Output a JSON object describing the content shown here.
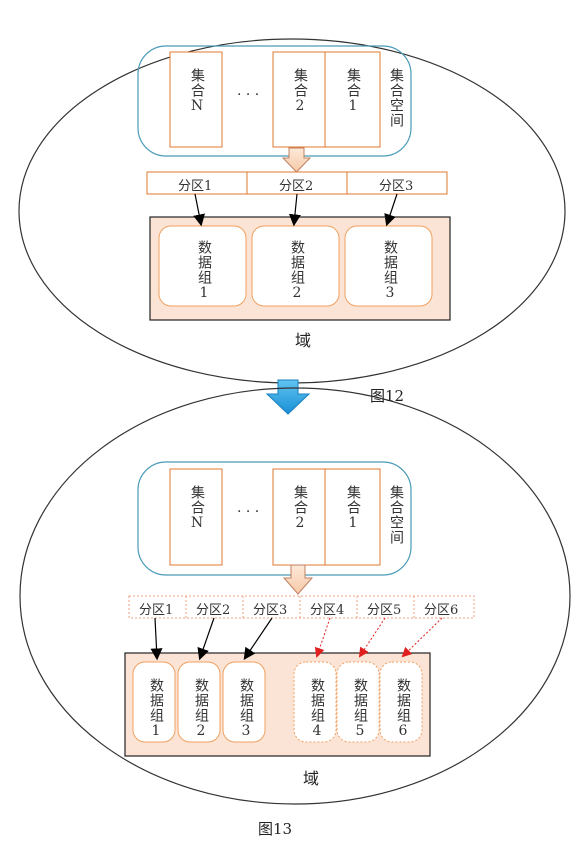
{
  "fig12": {
    "collections": [
      "集合N",
      "集合2",
      "集合1"
    ],
    "ellipsis": "· · ·",
    "space_label": "集合空间",
    "partitions": [
      "分区1",
      "分区2",
      "分区3"
    ],
    "groups": [
      "数据组1",
      "数据组2",
      "数据组3"
    ],
    "domain_label": "域",
    "caption": "图12"
  },
  "fig13": {
    "collections": [
      "集合N",
      "集合2",
      "集合1"
    ],
    "ellipsis": "· · ·",
    "space_label": "集合空间",
    "partitions": [
      "分区1",
      "分区2",
      "分区3",
      "分区4",
      "分区5",
      "分区6"
    ],
    "groups": [
      "数据组1",
      "数据组2",
      "数据组3",
      "数据组4",
      "数据组5",
      "数据组6"
    ],
    "domain_label": "域",
    "caption": "图13"
  },
  "colors": {
    "collection_border": "#e07a30",
    "space_border": "#4a9bb8",
    "domain_fill": "#fbe4d5",
    "group_border": "#f0a060",
    "new_link": "#e02020",
    "transition_arrow": "#1a9fe0"
  }
}
